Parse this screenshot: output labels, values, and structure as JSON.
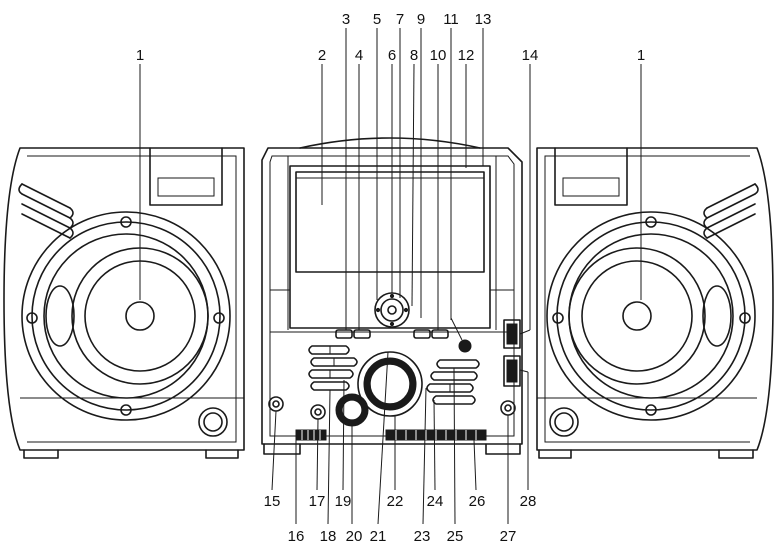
{
  "callouts": [
    {
      "id": "l1a",
      "text": "1"
    },
    {
      "id": "l1b",
      "text": "1"
    },
    {
      "id": "l2",
      "text": "2"
    },
    {
      "id": "l3",
      "text": "3"
    },
    {
      "id": "l4",
      "text": "4"
    },
    {
      "id": "l5",
      "text": "5"
    },
    {
      "id": "l6",
      "text": "6"
    },
    {
      "id": "l7",
      "text": "7"
    },
    {
      "id": "l8",
      "text": "8"
    },
    {
      "id": "l9",
      "text": "9"
    },
    {
      "id": "l10",
      "text": "10"
    },
    {
      "id": "l11",
      "text": "11"
    },
    {
      "id": "l12",
      "text": "12"
    },
    {
      "id": "l13",
      "text": "13"
    },
    {
      "id": "l14",
      "text": "14"
    },
    {
      "id": "l15",
      "text": "15"
    },
    {
      "id": "l16",
      "text": "16"
    },
    {
      "id": "l17",
      "text": "17"
    },
    {
      "id": "l18",
      "text": "18"
    },
    {
      "id": "l19",
      "text": "19"
    },
    {
      "id": "l20",
      "text": "20"
    },
    {
      "id": "l21",
      "text": "21"
    },
    {
      "id": "l22",
      "text": "22"
    },
    {
      "id": "l23",
      "text": "23"
    },
    {
      "id": "l24",
      "text": "24"
    },
    {
      "id": "l25",
      "text": "25"
    },
    {
      "id": "l26",
      "text": "26"
    },
    {
      "id": "l27",
      "text": "27"
    },
    {
      "id": "l28",
      "text": "28"
    }
  ]
}
